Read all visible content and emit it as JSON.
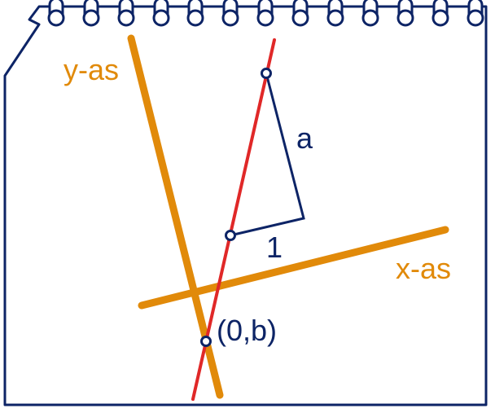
{
  "labels": {
    "y_axis": "y-as",
    "x_axis": "x-as",
    "slope_rise": "a",
    "slope_run": "1",
    "intercept": "(0,b)"
  },
  "colors": {
    "paper_outline": "#0d2466",
    "axis": "#e18a0a",
    "line": "#e02828",
    "triangle": "#0d2466",
    "point_fill": "#ffffff",
    "point_stroke": "#0d2466",
    "axis_label": "#e18a0a",
    "text": "#0d2466"
  }
}
